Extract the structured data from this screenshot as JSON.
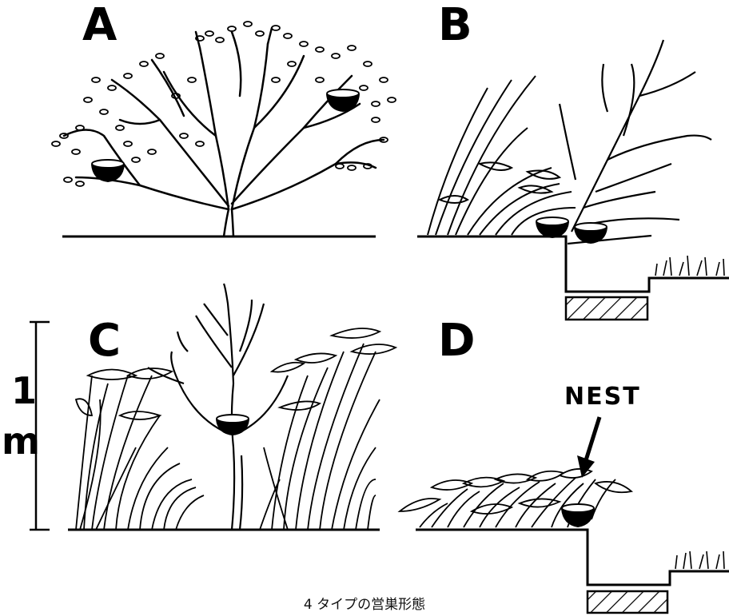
{
  "panels": {
    "a": {
      "label": "A"
    },
    "b": {
      "label": "B"
    },
    "c": {
      "label": "C"
    },
    "d": {
      "label": "D"
    }
  },
  "scale_bar": {
    "line1": "1",
    "line2": "m"
  },
  "nest_annotation": {
    "label": "NEST"
  },
  "caption": "4 タイプの営巣形態"
}
